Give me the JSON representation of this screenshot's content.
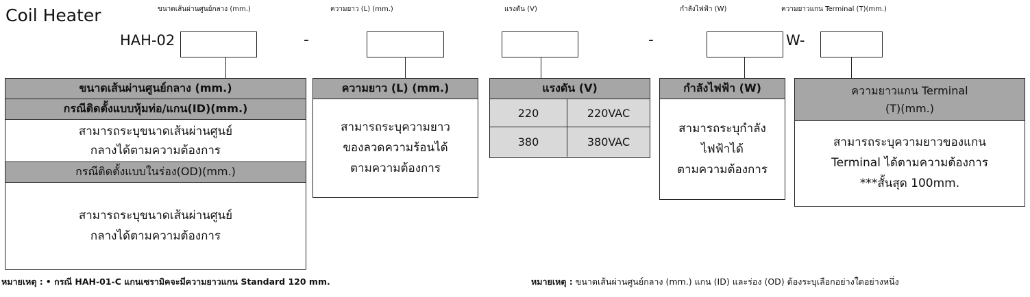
{
  "title": "Coil Heater",
  "model_prefix": "HAH-02",
  "dash": "-",
  "w_suffix": "W-",
  "top_labels": {
    "diameter": "ขนาดเส้นผ่านศูนย์กลาง (mm.)",
    "length": "ความยาว (L) (mm.)",
    "voltage": "แรงดัน (V)",
    "power": "กำลังไฟฟ้า (W)",
    "terminal": "ความยาวแกน Terminal (T)(mm.)"
  },
  "diameter_table": {
    "header": "ขนาดเส้นผ่านศูนย์กลาง (mm.)",
    "id_case": "กรณีติดตั้งแบบหุ้มท่อ/แกน(ID)(mm.)",
    "id_line1": "สามารถระบุขนาดเส้นผ่านศูนย์",
    "id_line2": "กลางได้ตามความต้องการ",
    "od_case": "กรณีติดตั้งแบบในร่อง(OD)(mm.)",
    "od_line1": "สามารถระบุขนาดเส้นผ่านศูนย์",
    "od_line2": "กลางได้ตามความต้องการ"
  },
  "length_table": {
    "header": "ความยาว (L) (mm.)",
    "line1": "สามารถระบุความยาว",
    "line2": "ของลวดความร้อนได้",
    "line3": "ตามความต้องการ"
  },
  "voltage_table": {
    "header": "แรงดัน (V)",
    "rows": [
      {
        "code": "220",
        "value": "220VAC"
      },
      {
        "code": "380",
        "value": "380VAC"
      }
    ]
  },
  "power_table": {
    "header": "กำลังไฟฟ้า (W)",
    "line1": "สามารถระบุกำลัง",
    "line2": "ไฟฟ้าได้",
    "line3": "ตามความต้องการ"
  },
  "terminal_table": {
    "header1": "ความยาวแกน Terminal",
    "header2": "(T)(mm.)",
    "line1": "สามารถระบุความยาวของแกน",
    "line2": "Terminal ได้ตามความต้องการ",
    "line3": "***สั้นสุด 100mm."
  },
  "notes": {
    "label1": "หมายเหตุ :",
    "text1": "• กรณี HAH-01-C แกนเซรามิคจะมีความยาวแกน Standard 120 mm.",
    "label2": "หมายเหตุ :",
    "text2": "ขนาดเส้นผ่านศูนย์กลาง (mm.) แกน (ID) และร่อง (OD) ต้องระบุเลือกอย่างใดอย่างหนึ่ง"
  }
}
